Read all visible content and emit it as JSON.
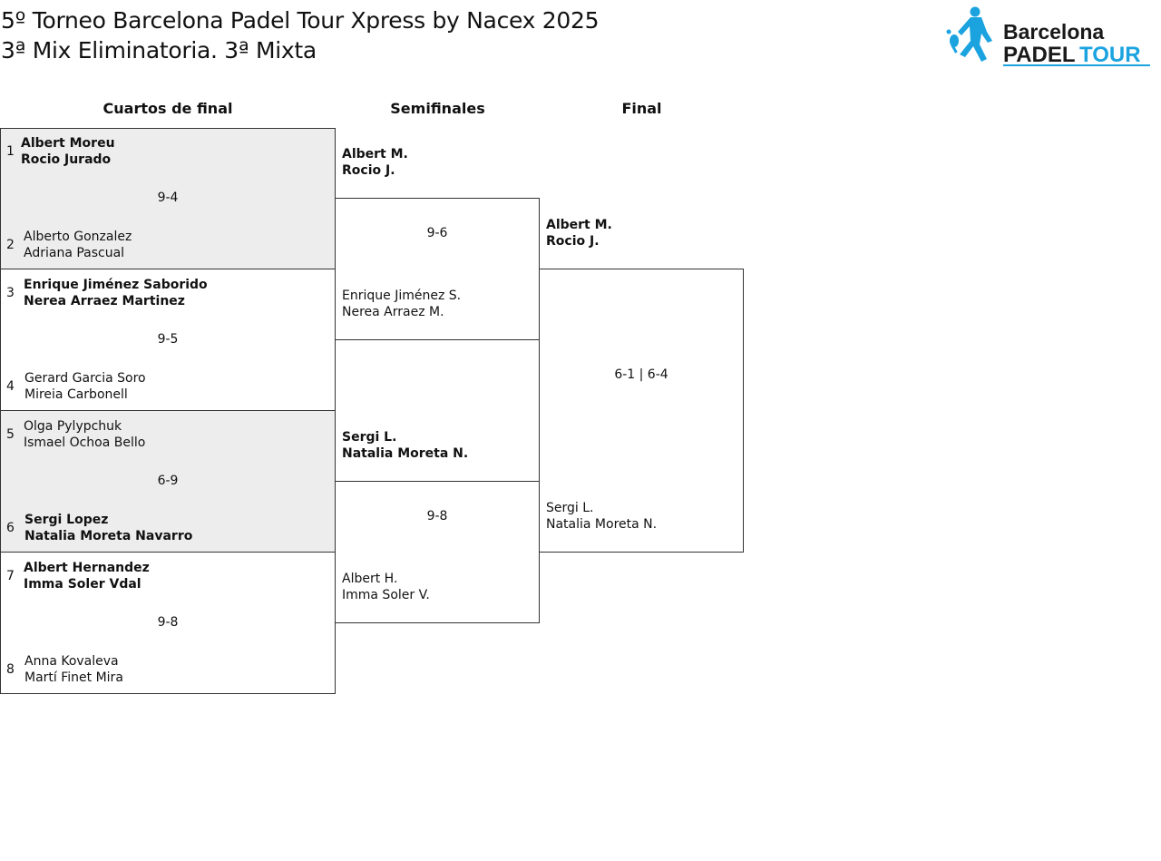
{
  "header": {
    "title_line1": "5º Torneo Barcelona Padel Tour Xpress by Nacex 2025",
    "title_line2": "3ª Mix Eliminatoria. 3ª Mixta",
    "logo": {
      "line1": "Barcelona",
      "line2a": "PADEL",
      "line2b": "TOUR",
      "color": "#1ba3e0"
    }
  },
  "rounds": {
    "quarters": "Cuartos de final",
    "semis": "Semifinales",
    "final": "Final"
  },
  "quarterfinals": [
    {
      "score": "9-4",
      "top": {
        "seed": "1",
        "p1": "Albert Moreu",
        "p2": "Rocio Jurado",
        "winner": true
      },
      "bottom": {
        "seed": "2",
        "p1": "Alberto Gonzalez",
        "p2": "Adriana Pascual",
        "winner": false
      }
    },
    {
      "score": "9-5",
      "top": {
        "seed": "3",
        "p1": "Enrique Jiménez Saborido",
        "p2": "Nerea Arraez Martinez",
        "winner": true
      },
      "bottom": {
        "seed": "4",
        "p1": "Gerard Garcia Soro",
        "p2": "Mireia Carbonell",
        "winner": false
      }
    },
    {
      "score": "6-9",
      "top": {
        "seed": "5",
        "p1": "Olga Pylypchuk",
        "p2": "Ismael Ochoa Bello",
        "winner": false
      },
      "bottom": {
        "seed": "6",
        "p1": "Sergi Lopez",
        "p2": "Natalia Moreta Navarro",
        "winner": true
      }
    },
    {
      "score": "9-8",
      "top": {
        "seed": "7",
        "p1": "Albert Hernandez",
        "p2": "Imma Soler Vdal",
        "winner": true
      },
      "bottom": {
        "seed": "8",
        "p1": "Anna Kovaleva",
        "p2": "Martí Finet Mira",
        "winner": false
      }
    }
  ],
  "semifinals": [
    {
      "score": "9-6",
      "top": {
        "p1": "Albert M.",
        "p2": "Rocio J.",
        "winner": true
      },
      "bottom": {
        "p1": "Enrique Jiménez S.",
        "p2": "Nerea Arraez M.",
        "winner": false
      }
    },
    {
      "score": "9-8",
      "top": {
        "p1": "Sergi L.",
        "p2": "Natalia Moreta N.",
        "winner": true
      },
      "bottom": {
        "p1": "Albert H.",
        "p2": "Imma Soler V.",
        "winner": false
      }
    }
  ],
  "final": {
    "score": "6-1 | 6-4",
    "top": {
      "p1": "Albert M.",
      "p2": "Rocio J.",
      "winner": true
    },
    "bottom": {
      "p1": "Sergi L.",
      "p2": "Natalia Moreta N.",
      "winner": false
    }
  }
}
